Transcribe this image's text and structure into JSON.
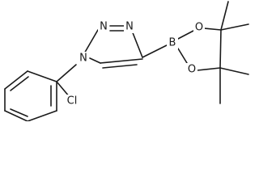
{
  "molecule": {
    "atoms": {
      "n1": "N",
      "n2": "N",
      "n3": "N",
      "b": "B",
      "o1": "O",
      "o2": "O",
      "cl": "Cl"
    }
  }
}
